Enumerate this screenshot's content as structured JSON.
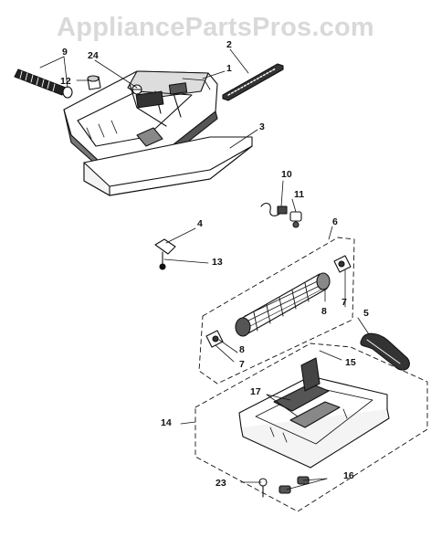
{
  "watermark": {
    "text": "AppliancePartsPros.com",
    "color": "#d9d9d9"
  },
  "colors": {
    "ink": "#111111",
    "background": "#ffffff"
  },
  "parts": {
    "p1": "1",
    "p2": "2",
    "p3": "3",
    "p4": "4",
    "p5": "5",
    "p6": "6",
    "p7a": "7",
    "p7b": "7",
    "p8a": "8",
    "p8b": "8",
    "p9": "9",
    "p10": "10",
    "p11": "11",
    "p12": "12",
    "p13": "13",
    "p14": "14",
    "p15": "15",
    "p16": "16",
    "p17": "17",
    "p23": "23",
    "p24": "24"
  }
}
